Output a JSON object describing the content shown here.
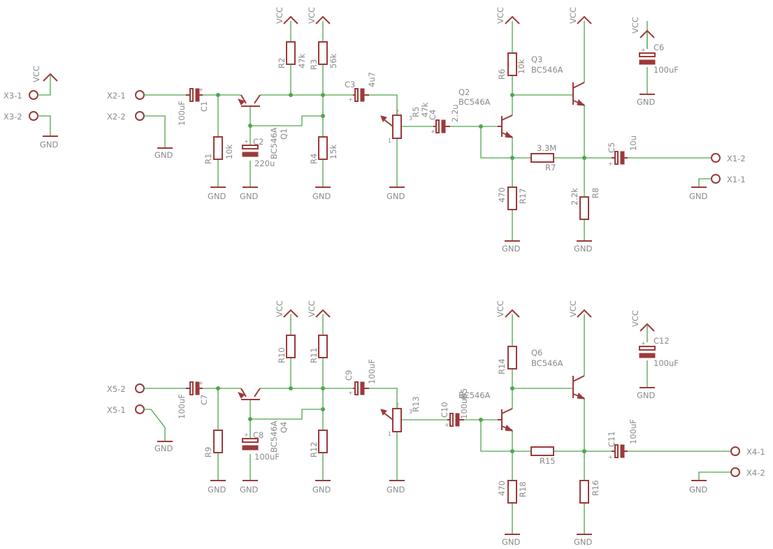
{
  "labels": {
    "vcc": "VCC",
    "gnd": "GND",
    "plus": "+",
    "pin1": "1",
    "pin2": "2",
    "pin3": "3"
  },
  "connectors": {
    "x3_1": "X3-1",
    "x3_2": "X3-2",
    "x2_1": "X2-1",
    "x2_2": "X2-2",
    "x1_2": "X1-2",
    "x1_1": "X1-1",
    "x5_2": "X5-2",
    "x5_1": "X5-1",
    "x4_1": "X4-1",
    "x4_2": "X4-2"
  },
  "top": {
    "c1": {
      "name": "C1",
      "value": "100uF"
    },
    "c2": {
      "name": "C2",
      "value": "220u"
    },
    "c3": {
      "name": "C3",
      "value": "4u7"
    },
    "c4": {
      "name": "C4",
      "value": "2.2u"
    },
    "c5": {
      "name": "C5",
      "value": "10u"
    },
    "c6": {
      "name": "C6",
      "value": "100uF"
    },
    "r1": {
      "name": "R1",
      "value": "10k"
    },
    "r2": {
      "name": "R2",
      "value": "47k"
    },
    "r3": {
      "name": "R3",
      "value": "56k"
    },
    "r4": {
      "name": "R4",
      "value": "15k"
    },
    "r5": {
      "name": "R5",
      "value": "47k"
    },
    "r6": {
      "name": "R6",
      "value": "10k"
    },
    "r7": {
      "name": "R7",
      "value": "3.3M"
    },
    "r8": {
      "name": "R8",
      "value": "2.2k"
    },
    "r17": {
      "name": "R17",
      "value": "470"
    },
    "q1": {
      "name": "Q1",
      "value": "BC546A"
    },
    "q2": {
      "name": "Q2",
      "value": "BC546A"
    },
    "q3": {
      "name": "Q3",
      "value": "BC546A"
    }
  },
  "bottom": {
    "c7": {
      "name": "C7",
      "value": "100uF"
    },
    "c8": {
      "name": "C8",
      "value": "100uF"
    },
    "c9": {
      "name": "C9",
      "value": "100uF"
    },
    "c10": {
      "name": "C10",
      "value": "100uF"
    },
    "c11": {
      "name": "C11",
      "value": "100uF"
    },
    "c12": {
      "name": "C12",
      "value": "100uF"
    },
    "r9": {
      "name": "R9"
    },
    "r10": {
      "name": "R10"
    },
    "r11": {
      "name": "R11"
    },
    "r12": {
      "name": "R12"
    },
    "r13": {
      "name": "R13"
    },
    "r14": {
      "name": "R14"
    },
    "r15": {
      "name": "R15"
    },
    "r16": {
      "name": "R16"
    },
    "r18": {
      "name": "R18",
      "value": "470"
    },
    "q4": {
      "name": "Q4",
      "value": "BC546A"
    },
    "q5": {
      "name": "Q5",
      "value": "BC546A"
    },
    "q6": {
      "name": "Q6",
      "value": "BC546A"
    }
  }
}
